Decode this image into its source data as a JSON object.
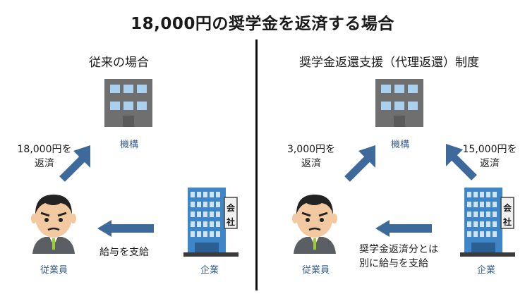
{
  "title": "18,000円の奨学金を返済する場合",
  "left": {
    "heading": "従来の場合",
    "org_label": "機構",
    "repay_line1": "18,000円を",
    "repay_line2": "返済",
    "salary": "給与を支給",
    "employee_label": "従業員",
    "company_label": "企業",
    "company_sign": [
      "会",
      "社"
    ]
  },
  "right": {
    "heading": "奨学金返還支援（代理返還）制度",
    "org_label": "機構",
    "employee_repay_line1": "3,000円を",
    "employee_repay_line2": "返済",
    "company_repay_line1": "15,000円を",
    "company_repay_line2": "返済",
    "salary_line1": "奨学金返済分とは",
    "salary_line2": "別に給与を支給",
    "employee_label": "従業員",
    "company_label": "企業",
    "company_sign": [
      "会",
      "社"
    ]
  },
  "colors": {
    "arrow": "#3d6a9b",
    "building_gray": "#6f6f6f",
    "window_blue": "#a9d0ef",
    "glass_blue": "#3f86c9",
    "skin": "#f2c9a0",
    "suit": "#5b5e62"
  }
}
